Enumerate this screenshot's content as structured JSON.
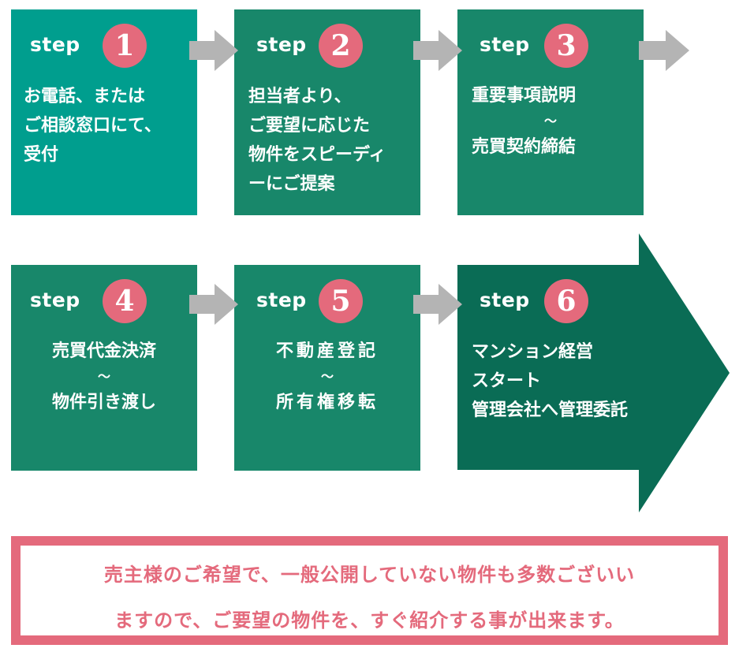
{
  "colors": {
    "box_teal": "#009e8e",
    "box_dark": "#18876a",
    "box_darkest": "#0a6c55",
    "number_circle": "#e46a7c",
    "arrow_gray": "#b4b4b4",
    "notice_pink": "#e46a7c"
  },
  "steps": [
    {
      "word": "step",
      "number": "1",
      "lines": [
        "お電話、または",
        "ご相談窓口にて、",
        "受付"
      ]
    },
    {
      "word": "step",
      "number": "2",
      "lines": [
        "担当者より、",
        "ご要望に応じた",
        "物件をスピーディ",
        "ーにご提案"
      ]
    },
    {
      "word": "step",
      "number": "3",
      "lines": [
        "重要事項説明",
        "〜",
        "売買契約締結"
      ]
    },
    {
      "word": "step",
      "number": "4",
      "lines": [
        "売買代金決済",
        "〜",
        "物件引き渡し"
      ]
    },
    {
      "word": "step",
      "number": "5",
      "lines": [
        "不動産登記",
        "〜",
        "所有権移転"
      ]
    },
    {
      "word": "step",
      "number": "6",
      "lines": [
        "マンション経営",
        "スタート",
        "管理会社へ管理委託"
      ]
    }
  ],
  "notice": {
    "line1": "売主様のご希望で、一般公開していない物件も多数ございい",
    "line2": "ますので、ご要望の物件を、すぐ紹介する事が出来ます。"
  }
}
